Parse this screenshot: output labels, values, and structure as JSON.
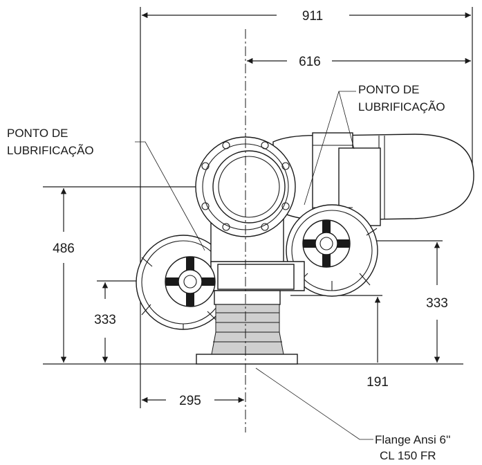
{
  "dimensions": {
    "overall_width": "911",
    "nozzle_offset": "616",
    "height_to_inlet": "486",
    "left_wheel_height": "333",
    "right_wheel_height": "333",
    "lower_height": "191",
    "base_offset": "295"
  },
  "labels": {
    "lube_left_line1": "PONTO DE",
    "lube_left_line2": "LUBRIFICAÇÃO",
    "lube_right_line1": "PONTO DE",
    "lube_right_line2": "LUBRIFICAÇÃO",
    "flange_line1": "Flange Ansi 6''",
    "flange_line2": "CL 150 FR"
  }
}
